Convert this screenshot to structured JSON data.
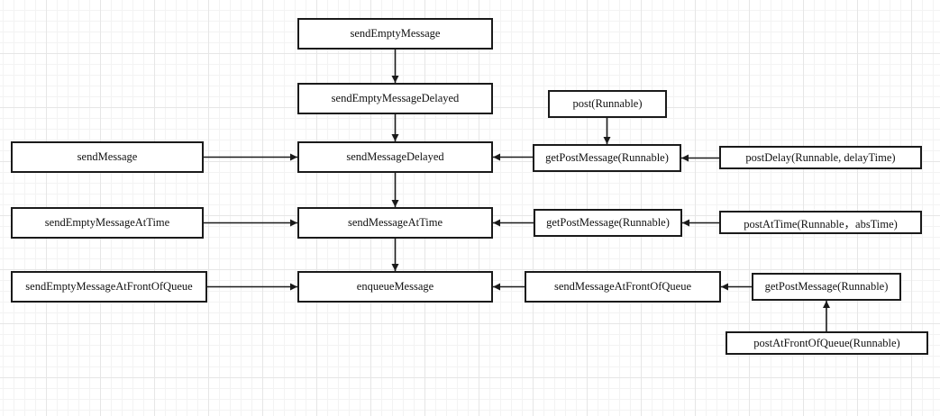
{
  "nodes": {
    "send_empty_message": "sendEmptyMessage",
    "send_empty_message_delayed": "sendEmptyMessageDelayed",
    "send_message": "sendMessage",
    "send_message_delayed": "sendMessageDelayed",
    "send_empty_message_at_time": "sendEmptyMessageAtTime",
    "send_message_at_time": "sendMessageAtTime",
    "send_empty_message_at_front_of_queue": "sendEmptyMessageAtFrontOfQueue",
    "enqueue_message": "enqueueMessage",
    "post_runnable": "post(Runnable)",
    "get_post_message_1": "getPostMessage(Runnable)",
    "post_delay": "postDelay(Runnable, delayTime)",
    "get_post_message_2": "getPostMessage(Runnable)",
    "post_at_time": "postAtTime(Runnable，absTime)",
    "send_message_at_front_of_queue": "sendMessageAtFrontOfQueue",
    "get_post_message_3": "getPostMessage(Runnable)",
    "post_at_front_of_queue": "postAtFrontOfQueue(Runnable)"
  },
  "edges": [
    {
      "from": "send_empty_message",
      "to": "send_empty_message_delayed"
    },
    {
      "from": "send_empty_message_delayed",
      "to": "send_message_delayed"
    },
    {
      "from": "send_message",
      "to": "send_message_delayed"
    },
    {
      "from": "post_runnable",
      "to": "get_post_message_1"
    },
    {
      "from": "get_post_message_1",
      "to": "send_message_delayed"
    },
    {
      "from": "post_delay",
      "to": "get_post_message_1"
    },
    {
      "from": "send_message_delayed",
      "to": "send_message_at_time"
    },
    {
      "from": "send_empty_message_at_time",
      "to": "send_message_at_time"
    },
    {
      "from": "get_post_message_2",
      "to": "send_message_at_time"
    },
    {
      "from": "post_at_time",
      "to": "get_post_message_2"
    },
    {
      "from": "send_message_at_time",
      "to": "enqueue_message"
    },
    {
      "from": "send_empty_message_at_front_of_queue",
      "to": "enqueue_message"
    },
    {
      "from": "send_message_at_front_of_queue",
      "to": "enqueue_message"
    },
    {
      "from": "get_post_message_3",
      "to": "send_message_at_front_of_queue"
    },
    {
      "from": "post_at_front_of_queue",
      "to": "get_post_message_3"
    }
  ]
}
